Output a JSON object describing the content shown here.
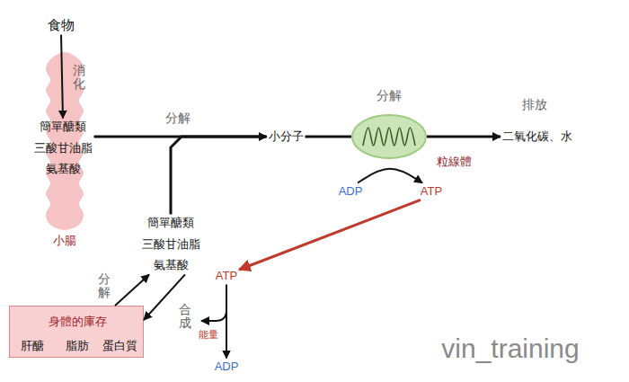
{
  "diagram": {
    "nodes": [
      {
        "text": [
          "食物"
        ]
      },
      {
        "text": [
          "小腸"
        ]
      },
      {
        "text": [
          "簡單醣類",
          "三酸甘油脂",
          "氨基酸"
        ],
        "in": 1
      },
      {
        "text": [
          "小分子"
        ]
      },
      {
        "text": [
          "分解",
          "粒線體"
        ]
      },
      {
        "text": [
          "二氧化碳、水"
        ]
      },
      {
        "text": [
          "ADP"
        ]
      },
      {
        "text": [
          "ATP"
        ]
      },
      {
        "text": [
          "簡單醣類",
          "三酸甘油脂",
          "氨基酸"
        ]
      },
      {
        "text": [
          "ATP"
        ]
      },
      {
        "text": [
          "ADP"
        ]
      },
      {
        "text": [
          "身體的庫存",
          "肝醣",
          "脂肪",
          "蛋白質"
        ]
      }
    ],
    "edges": [
      {
        "from": 0,
        "to": 2,
        "arrow": "to",
        "label": "消化"
      },
      {
        "from": 2,
        "to": 3,
        "arrow": "to",
        "label": "分解"
      },
      {
        "from": 8,
        "to": 3,
        "arrow": "to"
      },
      {
        "from": 3,
        "to": 4,
        "arrow": "none"
      },
      {
        "from": 4,
        "to": 5,
        "arrow": "to",
        "label": "排放"
      },
      {
        "from": 6,
        "to": 7,
        "arrow": "to"
      },
      {
        "from": 7,
        "to": 9,
        "arrow": "to"
      },
      {
        "from": 9,
        "to": 10,
        "arrow": "to"
      },
      {
        "from": 11,
        "to": 8,
        "arrow": "to",
        "label": "分解"
      },
      {
        "from": 8,
        "to": 11,
        "arrow": "to",
        "label": "合成"
      }
    ],
    "labels": [
      "能量",
      "vin_training"
    ]
  }
}
